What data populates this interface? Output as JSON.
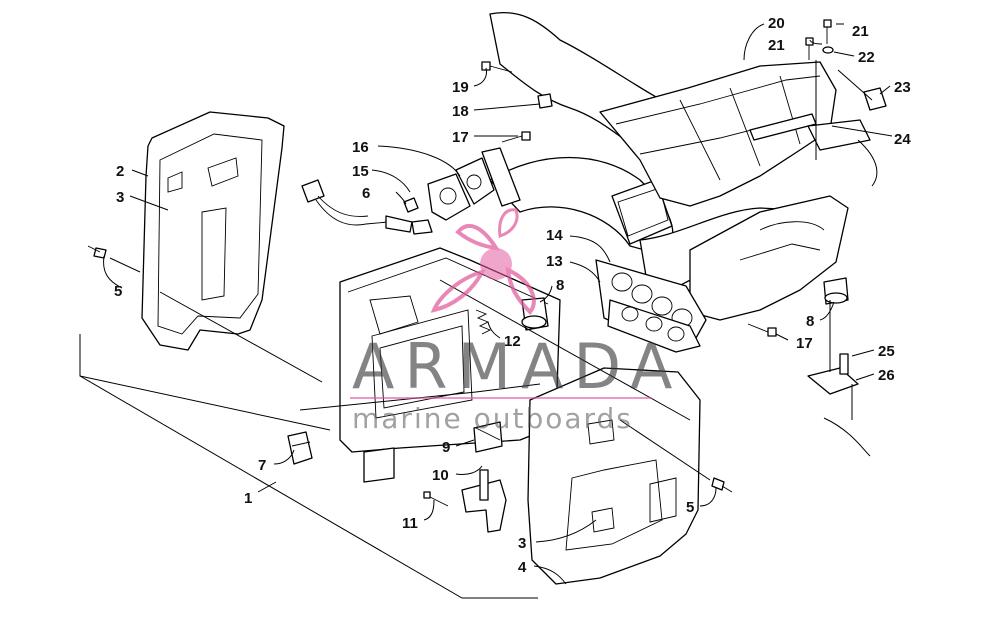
{
  "watermark": {
    "title": "ARMADA",
    "subtitle": "marine outboards",
    "logo_color": "#e0559a"
  },
  "callouts": [
    "1",
    "2",
    "3",
    "3",
    "4",
    "5",
    "5",
    "6",
    "7",
    "8",
    "8",
    "9",
    "10",
    "11",
    "12",
    "13",
    "14",
    "15",
    "16",
    "17",
    "17",
    "18",
    "19",
    "20",
    "21",
    "21",
    "22",
    "23",
    "24",
    "25",
    "26"
  ]
}
